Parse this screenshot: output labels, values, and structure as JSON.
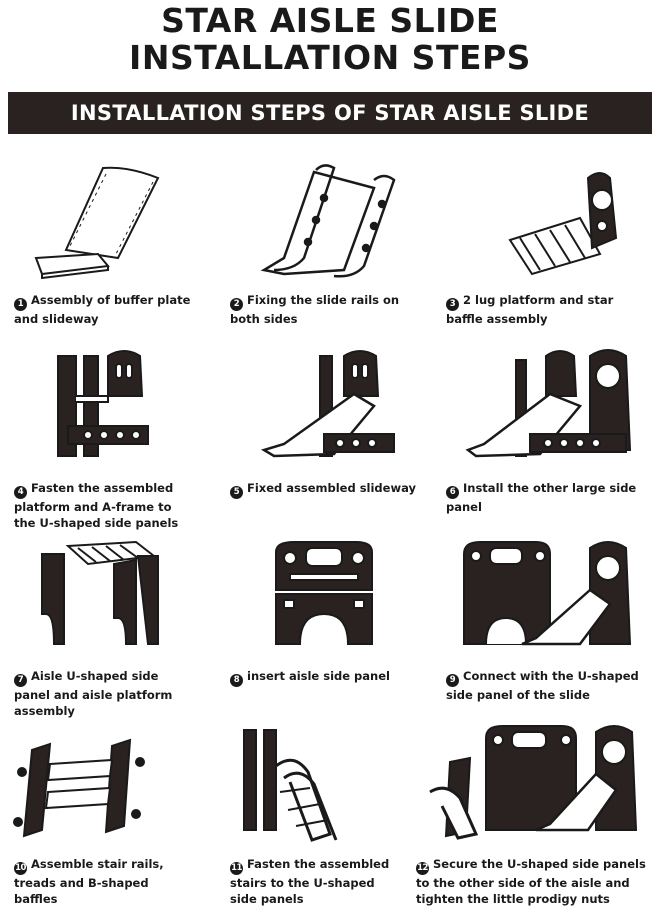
{
  "title_line1": "STAR AISLE SLIDE",
  "title_line2": "INSTALLATION STEPS",
  "banner": "INSTALLATION STEPS OF STAR AISLE SLIDE",
  "steps": [
    {
      "num": "1",
      "lines": [
        "Assembly of buffer plate",
        "and slideway"
      ]
    },
    {
      "num": "2",
      "lines": [
        "Fixing the slide rails on",
        "both sides"
      ]
    },
    {
      "num": "3",
      "lines": [
        "2 lug platform and star",
        "baffle assembly"
      ]
    },
    {
      "num": "4",
      "lines": [
        "Fasten the assembled",
        "platform and A-frame to",
        "the U-shaped side panels"
      ]
    },
    {
      "num": "5",
      "lines": [
        "Fixed assembled slideway"
      ]
    },
    {
      "num": "6",
      "lines": [
        "Install the other large side",
        "panel"
      ]
    },
    {
      "num": "7",
      "lines": [
        "Aisle U-shaped side",
        "panel and aisle platform",
        "assembly"
      ]
    },
    {
      "num": "8",
      "lines": [
        "insert aisle side panel"
      ]
    },
    {
      "num": "9",
      "lines": [
        "Connect with the U-shaped",
        "side panel of the slide"
      ]
    },
    {
      "num": "10",
      "lines": [
        "Assemble stair rails,",
        "treads and B-shaped",
        "baffles"
      ]
    },
    {
      "num": "11",
      "lines": [
        "Fasten the assembled",
        "stairs to the U-shaped",
        "side panels"
      ]
    },
    {
      "num": "12",
      "lines": [
        "Secure the U-shaped side panels",
        "to the other side of the aisle and",
        "tighten the little prodigy nuts"
      ]
    }
  ],
  "colors": {
    "ink": "#1a1a1a",
    "banner_bg": "#2a2221",
    "banner_text": "#ffffff"
  }
}
